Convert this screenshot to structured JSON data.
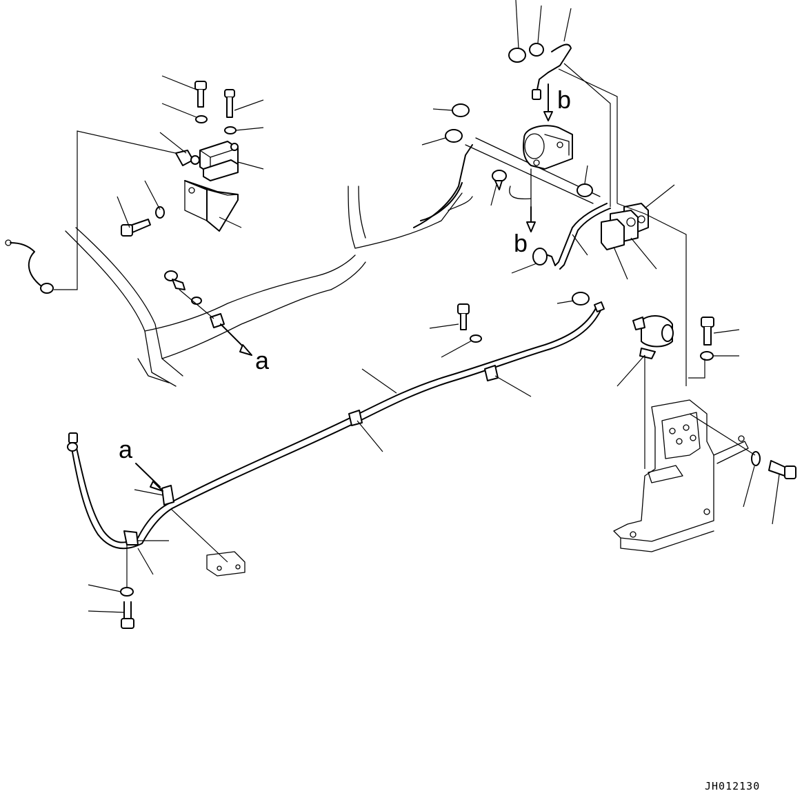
{
  "diagram": {
    "ref_labels": {
      "a_upper": "a",
      "a_lower": "a",
      "b_upper": "b",
      "b_lower": "b"
    },
    "drawing_code": "JH012130"
  }
}
